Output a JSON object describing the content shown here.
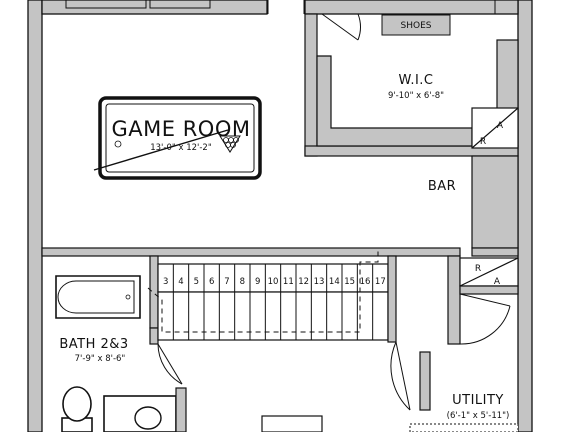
{
  "plan": {
    "rooms": {
      "game_room": {
        "name": "GAME ROOM",
        "dimensions": "13'-0\" x 12'-2\""
      },
      "wic": {
        "name": "W.I.C",
        "dimensions": "9'-10\" x 6'-8\""
      },
      "shoes": "SHOES",
      "bar": "BAR",
      "bath": {
        "name": "BATH 2&3",
        "dimensions": "7'-9\" x 8'-6\""
      },
      "utility": {
        "name": "UTILITY",
        "dimensions": "(6'-1\" x 5'-11\")"
      }
    },
    "appliance_labels": {
      "upper_r": "R",
      "upper_a": "A",
      "lower_r": "R",
      "lower_a": "A"
    },
    "stairs": [
      "3",
      "4",
      "5",
      "6",
      "7",
      "8",
      "9",
      "10",
      "11",
      "12",
      "13",
      "14",
      "15",
      "16",
      "17"
    ]
  },
  "colors": {
    "wall_fill": "#c4c4c4",
    "wall_stroke": "#111111",
    "background": "#ffffff"
  }
}
